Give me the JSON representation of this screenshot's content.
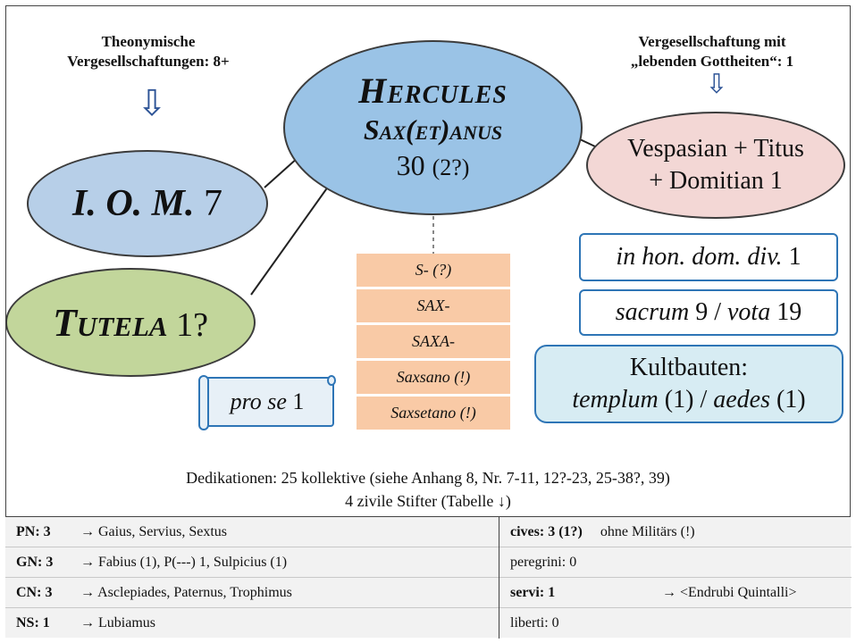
{
  "left_header": {
    "line1": "Theonymische",
    "line2": "Vergesellschaftungen:  8+"
  },
  "right_header": {
    "line1": "Vergesellschaftung mit",
    "line2": "„lebenden Gottheiten“: 1"
  },
  "arrows": {
    "left": "⇩",
    "right": "⇩"
  },
  "hercules": {
    "line1": "Hercules",
    "line2": "Sax(et)anus",
    "count": "30",
    "uncertain": "(2?)"
  },
  "iom": {
    "label": "I. O. M.",
    "count": "7"
  },
  "tutela": {
    "label": "Tutela",
    "count": "1?"
  },
  "emperors": {
    "line1": "Vespasian + Titus",
    "line2": "+ Domitian 1"
  },
  "spellings": [
    "S- (?)",
    "SAX-",
    "SAXA-",
    "Saxsano (!)",
    "Saxsetano (!)"
  ],
  "pro_se": {
    "label": "pro se",
    "count": "1"
  },
  "honor": {
    "label": "in hon. dom. div.",
    "count": "1"
  },
  "sacrum": {
    "a": "sacrum",
    "a_count": "9",
    "sep": "/",
    "b": "vota",
    "b_count": "19"
  },
  "kultbauten": {
    "title": "Kultbauten:",
    "templum": "templum",
    "templum_count": "(1)",
    "sep": "/",
    "aedes": "aedes",
    "aedes_count": "(1)"
  },
  "dedications": {
    "line1": "Dedikationen: 25 kollektive (siehe Anhang 8, Nr. 7-11, 12?-23, 25-38?, 39)",
    "line2": "4 zivile Stifter (Tabelle ↓)"
  },
  "table_left": [
    {
      "key": "PN: 3",
      "value": "→ Gaius, Servius, Sextus"
    },
    {
      "key": "GN: 3",
      "value": "→ Fabius (1), P(---) 1, Sulpicius (1)"
    },
    {
      "key": "CN: 3",
      "value": "→ Asclepiades, Paternus, Trophimus"
    },
    {
      "key": "NS: 1",
      "value": "→ Lubiamus"
    }
  ],
  "table_right": [
    {
      "key": "cives: 3 (1?)",
      "value": "ohne Militärs (!)"
    },
    {
      "key": "peregrini: 0",
      "value": ""
    },
    {
      "key": "servi: 1",
      "value": "→ <Endrubi Quintalli>"
    },
    {
      "key": "liberti: 0",
      "value": ""
    }
  ],
  "colors": {
    "hercules_fill": "#9ac3e6",
    "iom_fill": "#b7cfe8",
    "tutela_fill": "#c2d69b",
    "emperors_fill": "#f3d7d5",
    "spellings_fill": "#f9caa6",
    "kultbauten_fill": "#d7ecf3",
    "box_border": "#2e75b6",
    "table_fill": "#f2f2f2"
  }
}
